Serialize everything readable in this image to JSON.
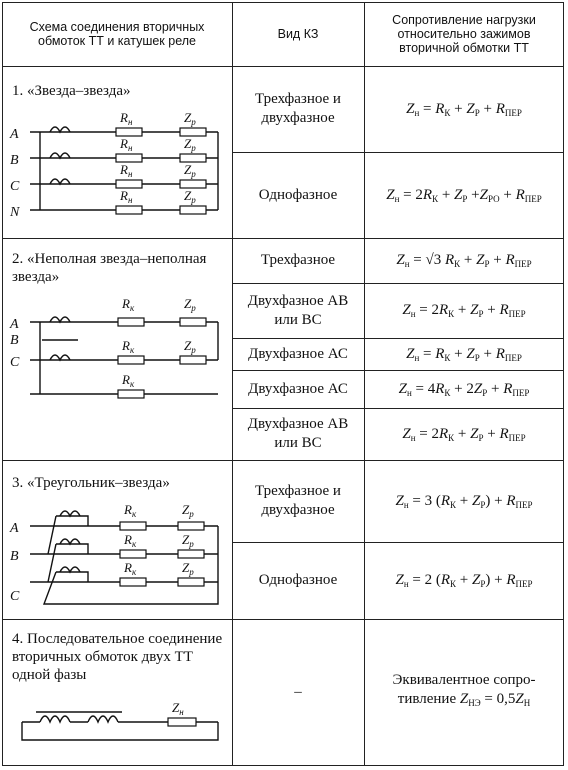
{
  "headers": {
    "col1": "Схема соединения вторичных обмоток ТТ и катушек реле",
    "col2": "Вид КЗ",
    "col3": "Сопротивление нагрузки относительно зажимов вторичной обмотки ТТ"
  },
  "sections": [
    {
      "title": "1. «Звезда–звезда»",
      "phases": [
        "A",
        "B",
        "C",
        "N"
      ],
      "labels": {
        "r": "R",
        "r_sub": "н",
        "z": "Z",
        "z_sub": "р"
      },
      "rows": [
        {
          "kind": "Трехфазное и двухфазное",
          "formula": "Zн = Rк + Zр + Rпер"
        },
        {
          "kind": "Однофазное",
          "formula": "Zн = 2Rк + Zр + Zро + Rпер"
        }
      ]
    },
    {
      "title": "2. «Неполная звезда–неполная звезда»",
      "phases": [
        "A",
        "B",
        "C"
      ],
      "labels": {
        "r": "R",
        "r_sub": "к",
        "z": "Z",
        "z_sub": "р"
      },
      "rows": [
        {
          "kind": "Трехфазное",
          "formula": "Zн = √3 Rк + Zр + Rпер"
        },
        {
          "kind": "Двухфазное АВ или ВС",
          "formula": "Zн = 2Rк + Zр + Rпер"
        },
        {
          "kind": "Двухфазное АС",
          "formula": "Zн = Rк + Zр + Rпер"
        },
        {
          "kind": "Двухфазное АС",
          "formula": "Zн = 4Rк + 2Zр + Rпер"
        },
        {
          "kind": "Двухфазное АВ или ВС",
          "formula": "Zн = 2Rк + Zр + Rпер"
        }
      ]
    },
    {
      "title": "3. «Треугольник–звезда»",
      "phases": [
        "A",
        "B",
        "C"
      ],
      "labels": {
        "r": "R",
        "r_sub": "к",
        "z": "Z",
        "z_sub": "р"
      },
      "rows": [
        {
          "kind": "Трехфазное и двухфазное",
          "formula": "Zн = 3 (Rк + Zр) + Rпер"
        },
        {
          "kind": "Однофазное",
          "formula": "Zн = 2 (Rк + Zр) + Rпер"
        }
      ]
    },
    {
      "title": "4. Последовательное соединение вторичных обмоток двух ТТ одной фазы",
      "labels": {
        "z": "Z",
        "z_sub": "н"
      },
      "rows": [
        {
          "kind": "–",
          "formula": "Эквивалентное сопротивление Zнэ = 0,5Zн"
        }
      ]
    }
  ]
}
